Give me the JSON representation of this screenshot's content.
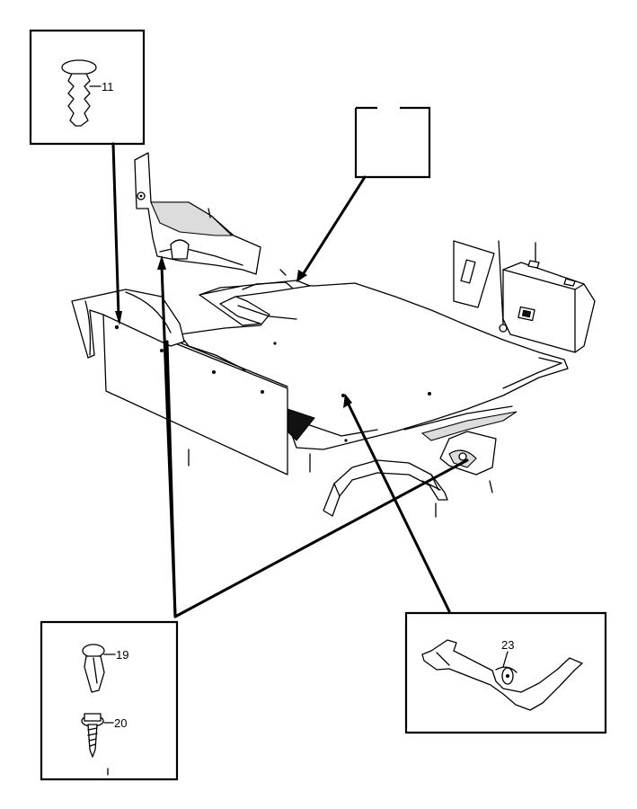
{
  "callouts": {
    "c11": "11",
    "c19": "19",
    "c20": "20",
    "c23": "23"
  }
}
